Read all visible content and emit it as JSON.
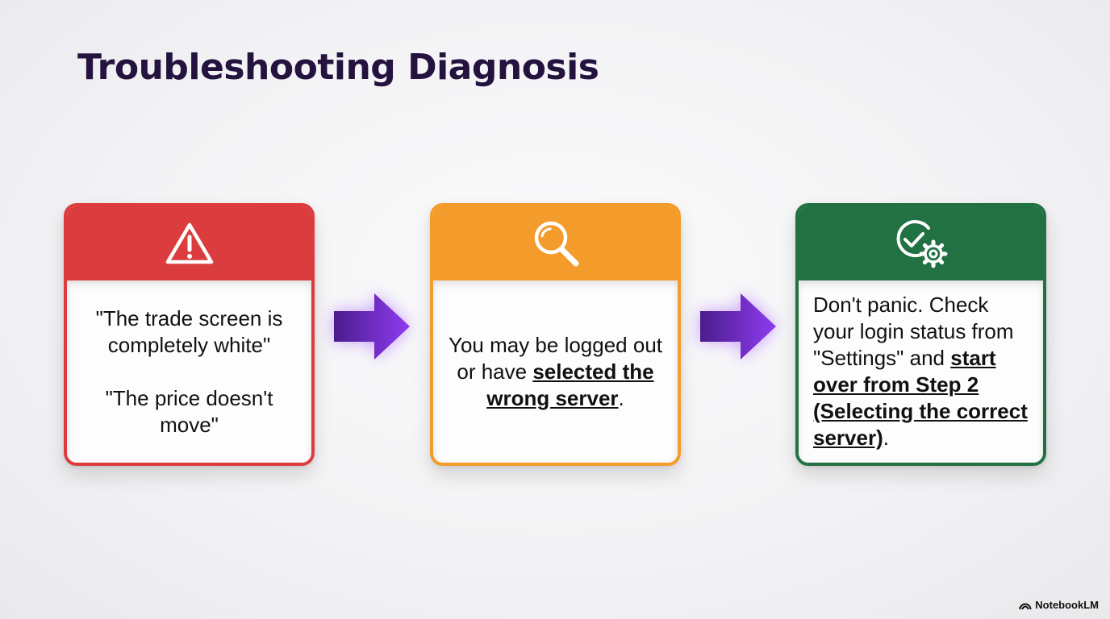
{
  "title": "Troubleshooting Diagnosis",
  "cards": [
    {
      "icon": "warning-icon",
      "color": "#db3d3e",
      "para1": "\"The trade screen is completely white\"",
      "para2": "\"The price doesn't move\""
    },
    {
      "icon": "search-icon",
      "color": "#f39b2b",
      "text_before": "You may be logged out or have ",
      "emphasis": "selected the wrong server",
      "text_after": "."
    },
    {
      "icon": "check-gear-icon",
      "color": "#227142",
      "text_before": "Don't panic. Check your login status from \"Settings\" and ",
      "emphasis": "start over from Step 2 (Selecting the correct server)",
      "text_after": "."
    }
  ],
  "arrow_color": "#7a2de0",
  "brand": {
    "label": "NotebookLM",
    "icon": "notebooklm-logo-icon"
  }
}
